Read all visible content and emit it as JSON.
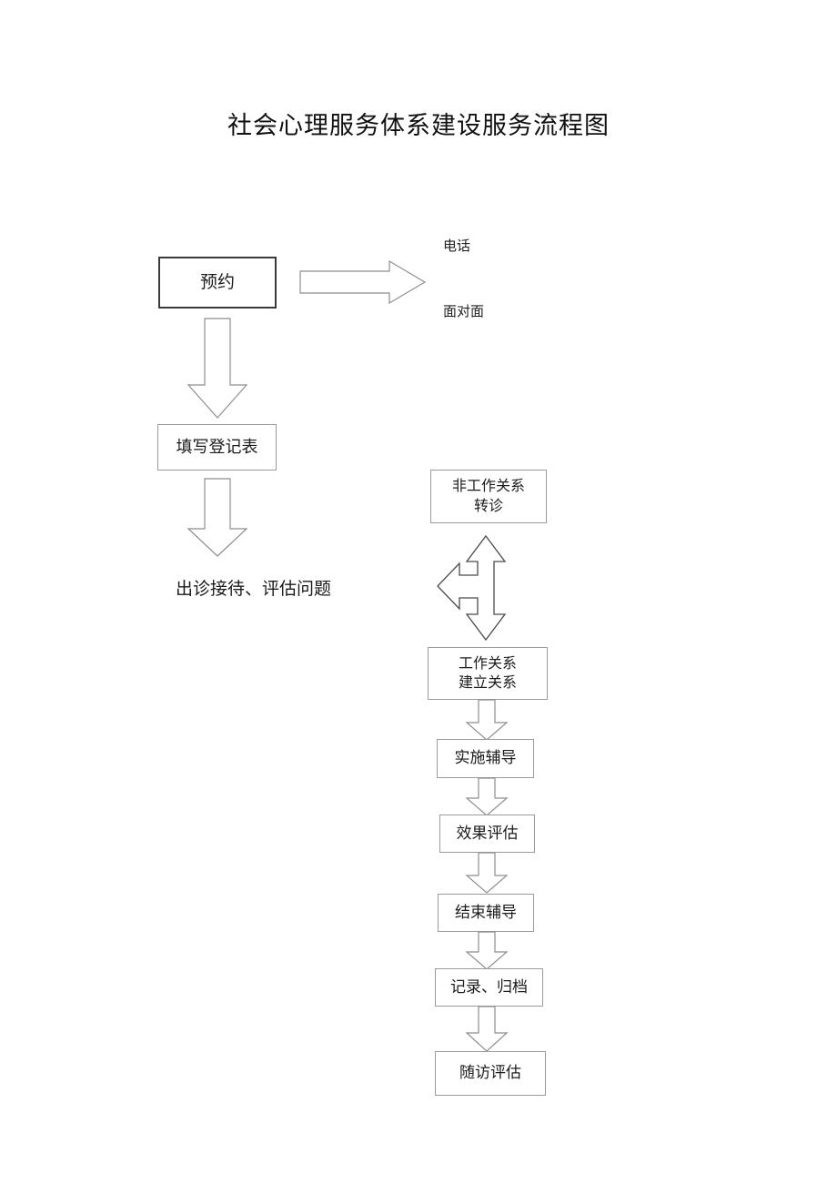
{
  "document": {
    "title": "社会心理服务体系建设服务流程图"
  },
  "flow": {
    "left_branch": {
      "nodes": [
        {
          "id": "appointment",
          "lines": [
            "预约"
          ],
          "emphasis": "strong"
        },
        {
          "id": "fill-registration-form",
          "lines": [
            "填写登记表"
          ],
          "emphasis": "normal"
        }
      ],
      "plain_steps": [
        {
          "id": "visit-reception-assessment",
          "text": "出诊接待、评估问题"
        }
      ],
      "branch_labels": [
        {
          "id": "telephone",
          "text": "电话"
        },
        {
          "id": "face-to-face",
          "text": "面对面"
        }
      ]
    },
    "right_branch": {
      "nodes": [
        {
          "id": "non-work-relation-referral",
          "lines": [
            "非工作关系",
            "转诊"
          ],
          "emphasis": "normal"
        },
        {
          "id": "work-relation-build-relation",
          "lines": [
            "工作关系",
            "建立关系"
          ],
          "emphasis": "normal"
        },
        {
          "id": "implement-counseling",
          "lines": [
            "实施辅导"
          ],
          "emphasis": "normal"
        },
        {
          "id": "effect-evaluation",
          "lines": [
            "效果评估"
          ],
          "emphasis": "normal"
        },
        {
          "id": "end-counseling",
          "lines": [
            "结束辅导"
          ],
          "emphasis": "normal"
        },
        {
          "id": "record-archive",
          "lines": [
            "记录、归档"
          ],
          "emphasis": "normal"
        },
        {
          "id": "follow-up-evaluation",
          "lines": [
            "随访评估"
          ],
          "emphasis": "normal"
        }
      ]
    },
    "connectors": [
      {
        "id": "appointment-to-channels",
        "direction": "right"
      },
      {
        "id": "appointment-to-registration",
        "direction": "down"
      },
      {
        "id": "registration-to-reception",
        "direction": "down"
      },
      {
        "id": "referral-three-way",
        "direction": "up-down-left"
      },
      {
        "id": "work-relation-to-counseling",
        "direction": "down"
      },
      {
        "id": "counseling-to-evaluation",
        "direction": "down"
      },
      {
        "id": "evaluation-to-end",
        "direction": "down"
      },
      {
        "id": "end-to-record",
        "direction": "down"
      },
      {
        "id": "record-to-followup",
        "direction": "down"
      }
    ]
  },
  "colors": {
    "page_background": "#ffffff",
    "box_border": "#9b9b9b",
    "box_border_strong": "#3a3a3a",
    "arrow_stroke": "#8e8e8e",
    "text": "#1a1a1a"
  }
}
